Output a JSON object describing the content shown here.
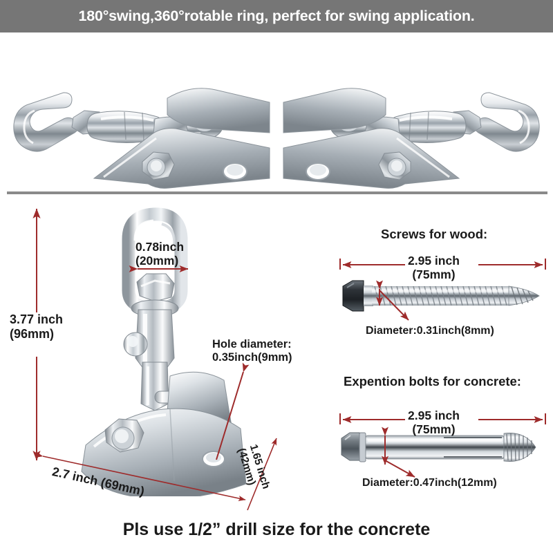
{
  "banner": {
    "text": "180°swing,360°rotable ring, perfect for swing application."
  },
  "photos": {
    "left_alt": "swing-hanger-ring-left",
    "right_alt": "swing-hanger-ring-right"
  },
  "diagram": {
    "height_label": "3.77 inch\n(96mm)",
    "ring_label": "0.78inch\n(20mm)",
    "hole_label": "Hole diameter:\n0.35inch(9mm)",
    "width_label": "2.7 inch (69mm)",
    "depth_label": "1.65 inch\n(42mm)"
  },
  "screws": {
    "title": "Screws for wood:",
    "length_label": "2.95 inch\n(75mm)",
    "diameter_label": "Diameter:0.31inch(8mm)"
  },
  "bolts": {
    "title": "Expention bolts for concrete:",
    "length_label": "2.95 inch\n(75mm)",
    "diameter_label": "Diameter:0.47inch(12mm)"
  },
  "footer": {
    "text": "Pls use 1/2” drill size for the concrete"
  },
  "colors": {
    "banner_bg": "#767676",
    "banner_text": "#ffffff",
    "dimension_line": "#9e2b2b",
    "label_text": "#1a1a1a",
    "divider": "#8a8a8a",
    "metal_light": "#f2f4f6",
    "metal_mid": "#b9c0c6",
    "metal_dark": "#6e767d"
  }
}
